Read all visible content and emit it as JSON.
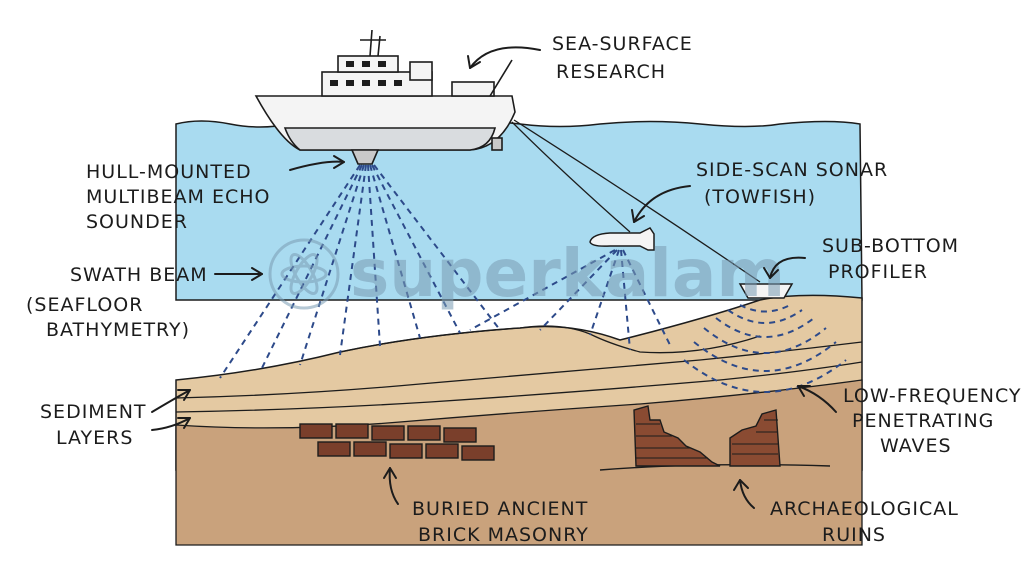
{
  "labels": {
    "sea_surface_1": "SEA-SURFACE",
    "sea_surface_2": "RESEARCH",
    "hull_1": "HULL-MOUNTED",
    "hull_2": "MULTIBEAM ECHO",
    "hull_3": "SOUNDER",
    "sidescan_1": "SIDE-SCAN SONAR",
    "sidescan_2": "(TOWFISH)",
    "subbottom_1": "SUB-BOTTOM",
    "subbottom_2": "PROFILER",
    "swath_1": "SWATH BEAM",
    "swath_2": "(SEAFLOOR",
    "swath_3": "BATHYMETRY)",
    "sediment_1": "SEDIMENT",
    "sediment_2": "LAYERS",
    "lowfreq_1": "LOW-FREQUENCY",
    "lowfreq_2": "PENETRATING",
    "lowfreq_3": "WAVES",
    "brick_1": "BURIED ANCIENT",
    "brick_2": "BRICK MASONRY",
    "ruins_1": "ARCHAEOLOGICAL",
    "ruins_2": "RUINS"
  },
  "watermark": "superkalam",
  "colors": {
    "water": "#a9dbf0",
    "sediment_top": "#e4c9a2",
    "sediment_deep": "#c9a27c",
    "brick": "#7a3f2b",
    "beam": "#2d4a8a",
    "ink": "#1c1c1c"
  }
}
